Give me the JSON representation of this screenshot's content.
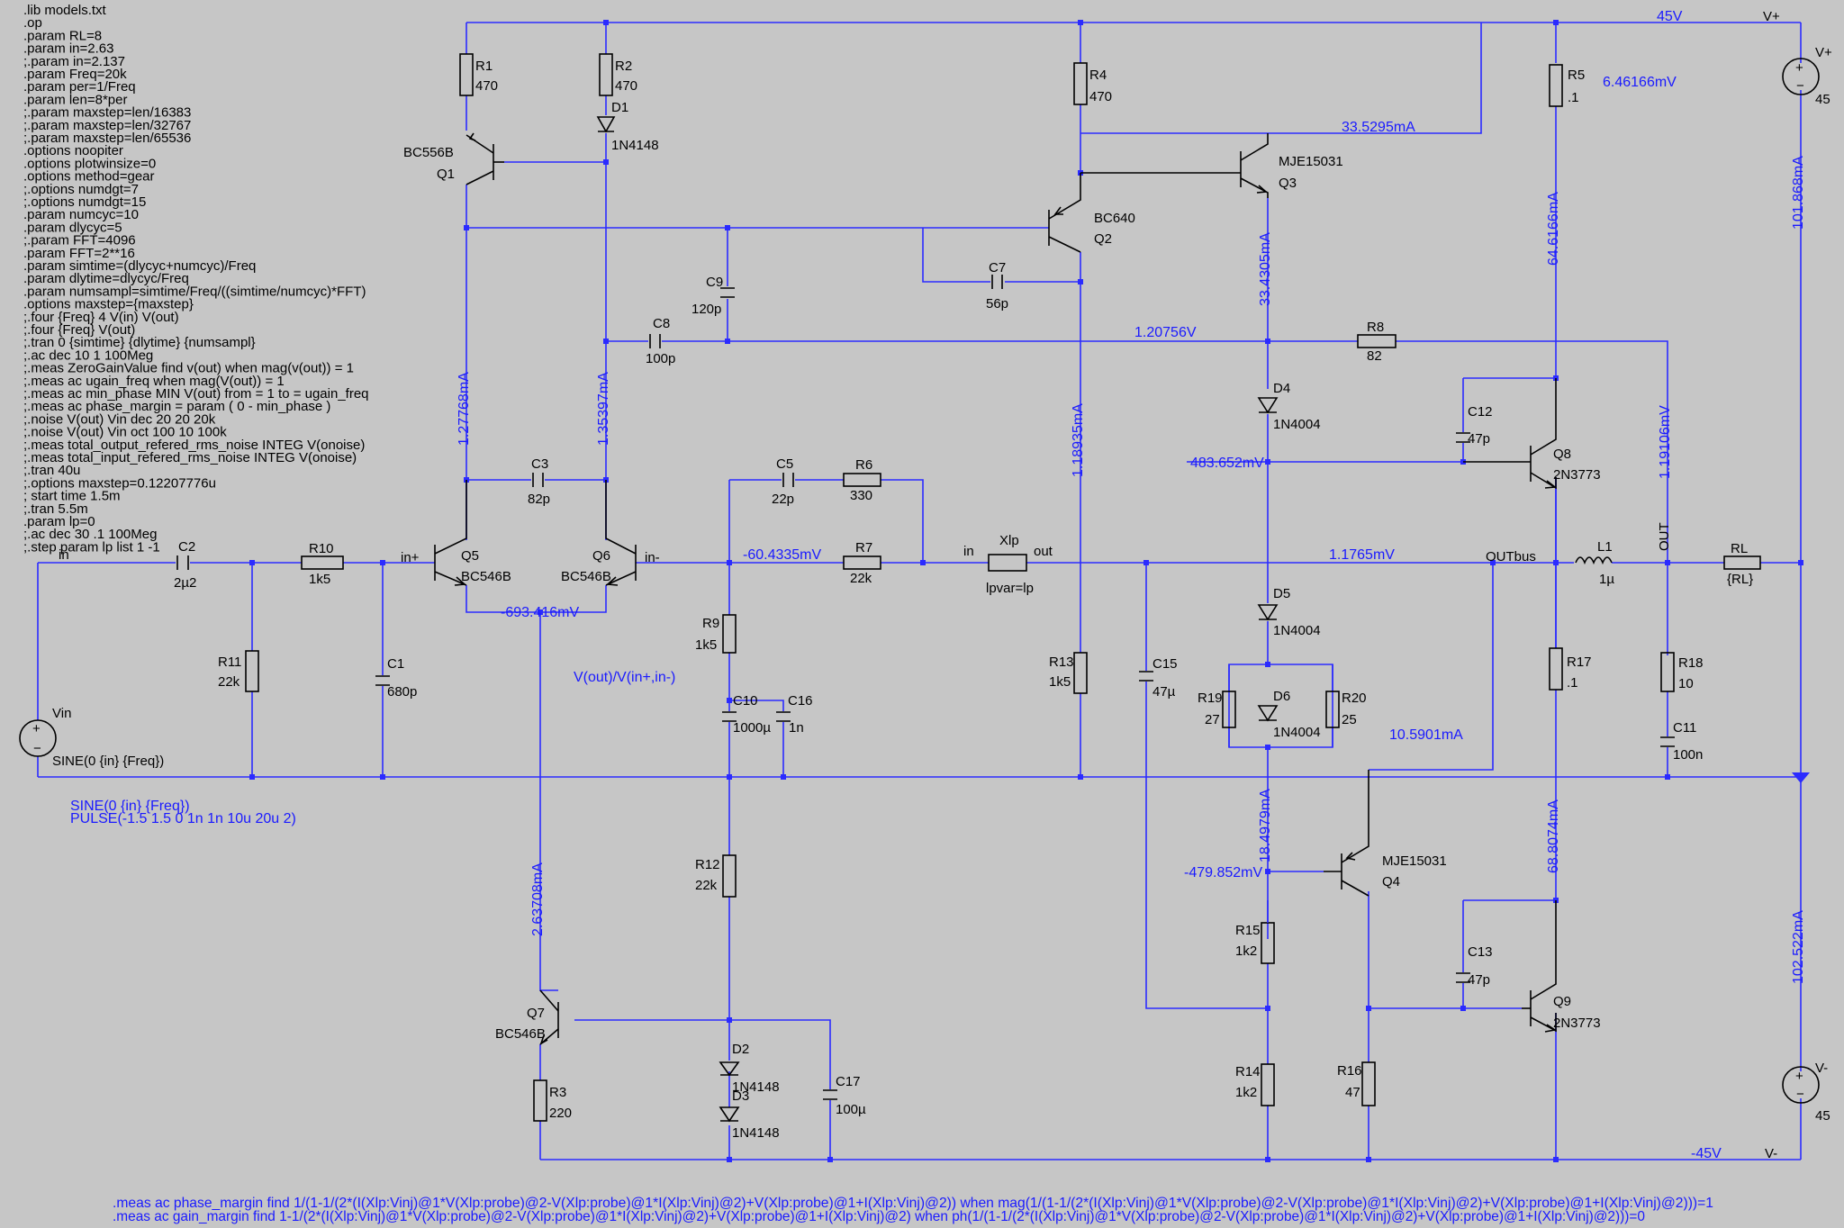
{
  "directives": [
    ".lib models.txt",
    ".op",
    ".param RL=8",
    ".param in=2.63",
    ";.param in=2.137",
    ".param Freq=20k",
    ".param per=1/Freq",
    ".param len=8*per",
    ";.param maxstep=len/16383",
    ";.param maxstep=len/32767",
    ";.param maxstep=len/65536",
    ".options noopiter",
    ".options plotwinsize=0",
    ".options method=gear",
    ";.options numdgt=7",
    ";.options numdgt=15",
    ".param numcyc=10",
    ".param dlycyc=5",
    ";.param FFT=4096",
    ".param FFT=2**16",
    ".param simtime=(dlycyc+numcyc)/Freq",
    ".param dlytime=dlycyc/Freq",
    ".param numsampl=simtime/Freq/((simtime/numcyc)*FFT)",
    ".options maxstep={maxstep}",
    ";.four {Freq} 4 V(in) V(out)",
    ";.four {Freq} V(out)",
    ";.tran 0 {simtime} {dlytime} {numsampl}",
    ";.ac dec 10 1 100Meg",
    ";.meas ZeroGainValue find v(out) when mag(v(out)) = 1",
    ";.meas ac ugain_freq when mag(V(out)) = 1",
    ";.meas ac min_phase MIN V(out) from = 1 to = ugain_freq",
    ";.meas ac phase_margin = param ( 0 - min_phase )",
    ";.noise V(out) Vin dec 20 20 20k",
    ";.noise V(out) Vin oct 100 10 100k",
    ";.meas total_output_refered_rms_noise INTEG V(onoise)",
    ";.meas total_input_refered_rms_noise INTEG V(onoise)",
    ";.tran 40u",
    ";.options maxstep=0.12207776u",
    "; start time 1.5m",
    ";.tran 5.5m",
    ".param lp=0",
    ";.ac dec 30 .1 100Meg",
    ";.step param lp list 1 -1"
  ],
  "components": {
    "R1": {
      "name": "R1",
      "value": "470"
    },
    "R2": {
      "name": "R2",
      "value": "470"
    },
    "D1": {
      "name": "D1",
      "value": "1N4148"
    },
    "Q1": {
      "name": "Q1",
      "model": "BC556B"
    },
    "R4": {
      "name": "R4",
      "value": "470"
    },
    "Q3": {
      "name": "Q3",
      "model": "MJE15031"
    },
    "Q2": {
      "name": "Q2",
      "model": "BC640"
    },
    "C7": {
      "name": "C7",
      "value": "56p"
    },
    "C9": {
      "name": "C9",
      "value": "120p"
    },
    "C8": {
      "name": "C8",
      "value": "100p"
    },
    "R5": {
      "name": "R5",
      "value": ".1"
    },
    "R8": {
      "name": "R8",
      "value": "82"
    },
    "D4": {
      "name": "D4",
      "value": "1N4004"
    },
    "C12": {
      "name": "C12",
      "value": "47p"
    },
    "Q8": {
      "name": "Q8",
      "model": "2N3773"
    },
    "C3": {
      "name": "C3",
      "value": "82p"
    },
    "C5": {
      "name": "C5",
      "value": "22p"
    },
    "R6": {
      "name": "R6",
      "value": "330"
    },
    "R7": {
      "name": "R7",
      "value": "22k"
    },
    "C2": {
      "name": "C2",
      "value": "2µ2"
    },
    "R10": {
      "name": "R10",
      "value": "1k5"
    },
    "Q5": {
      "name": "Q5",
      "model": "BC546B"
    },
    "Q6": {
      "name": "Q6",
      "model": "BC546B"
    },
    "Xlp": {
      "name": "Xlp",
      "value": "lpvar=lp"
    },
    "L1": {
      "name": "L1",
      "value": "1µ"
    },
    "RL": {
      "name": "RL",
      "value": "{RL}"
    },
    "R9": {
      "name": "R9",
      "value": "1k5"
    },
    "R11": {
      "name": "R11",
      "value": "22k"
    },
    "C1": {
      "name": "C1",
      "value": "680p"
    },
    "C10": {
      "name": "C10",
      "value": "1000µ"
    },
    "C16": {
      "name": "C16",
      "value": "1n"
    },
    "R13": {
      "name": "R13",
      "value": "1k5"
    },
    "C15": {
      "name": "C15",
      "value": "47µ"
    },
    "D5": {
      "name": "D5",
      "value": "1N4004"
    },
    "D6": {
      "name": "D6",
      "value": "1N4004"
    },
    "R19": {
      "name": "R19",
      "value": "27"
    },
    "R20": {
      "name": "R20",
      "value": "25"
    },
    "R17": {
      "name": "R17",
      "value": ".1"
    },
    "R18": {
      "name": "R18",
      "value": "10"
    },
    "C11": {
      "name": "C11",
      "value": "100n"
    },
    "R12": {
      "name": "R12",
      "value": "22k"
    },
    "Q4": {
      "name": "Q4",
      "model": "MJE15031"
    },
    "R15": {
      "name": "R15",
      "value": "1k2"
    },
    "C13": {
      "name": "C13",
      "value": "47p"
    },
    "Q9": {
      "name": "Q9",
      "model": "2N3773"
    },
    "Q7": {
      "name": "Q7",
      "model": "BC546B"
    },
    "R3": {
      "name": "R3",
      "value": "220"
    },
    "D2": {
      "name": "D2",
      "value": "1N4148"
    },
    "D3": {
      "name": "D3",
      "value": "1N4148"
    },
    "C17": {
      "name": "C17",
      "value": "100µ"
    },
    "R14": {
      "name": "R14",
      "value": "1k2"
    },
    "R16": {
      "name": "R16",
      "value": "47"
    },
    "Vin": {
      "name": "Vin",
      "value": "SINE(0 {in} {Freq})"
    },
    "Vplus": {
      "name": "V+",
      "value": "45"
    },
    "Vminus": {
      "name": "V-",
      "value": "45"
    }
  },
  "nets": {
    "in": "in",
    "in_plus": "in+",
    "in_minus": "in-",
    "xlp_in": "in",
    "xlp_out": "out",
    "outbus": "OUTbus",
    "out": "OUT",
    "vplus": "V+",
    "vminus": "V-"
  },
  "annotations": {
    "v45": "45V",
    "vneg45": "-45V",
    "i_r5": "6.46166mV",
    "i_q3": "33.5295mA",
    "i_vplus": "101.868mA",
    "i_r5_branch": "64.6166mA",
    "i_q3_col": "33.4305mA",
    "v_r8": "1.20756V",
    "i_r1": "1.27768mA",
    "i_r2": "1.35397mA",
    "i_r13": "1.18935mA",
    "v_d4": "483.652mV",
    "v_c11": "1.19106mV",
    "v_in_minus": "-60.4335mV",
    "v_outbus": "1.1765mV",
    "v_tail": "-693.416mV",
    "tf_label": "V(out)/V(in+,in-)",
    "i_q4_col": "10.5901mA",
    "i_d6": "18.4979mA",
    "v_q4_base": "-479.852mV",
    "i_q9": "68.8074mA",
    "i_vminus": "102.522mA",
    "i_q7": "2.63708mA",
    "src_sine": "SINE(0 {in} {Freq})",
    "src_pulse": "PULSE(-1.5 1.5 0 1n 1n 10u 20u 2)",
    "meas_phase": ".meas ac phase_margin find 1/(1-1/(2*(I(Xlp:Vinj)@1*V(Xlp:probe)@2-V(Xlp:probe)@1*I(Xlp:Vinj)@2)+V(Xlp:probe)@1+I(Xlp:Vinj)@2)) when mag(1/(1-1/(2*(I(Xlp:Vinj)@1*V(Xlp:probe)@2-V(Xlp:probe)@1*I(Xlp:Vinj)@2)+V(Xlp:probe)@1+I(Xlp:Vinj)@2)))=1",
    "meas_gain": ".meas ac gain_margin find 1-1/(2*(I(Xlp:Vinj)@1*V(Xlp:probe)@2-V(Xlp:probe)@1*I(Xlp:Vinj)@2)+V(Xlp:probe)@1+I(Xlp:Vinj)@2) when ph(1/(1-1/(2*(I(Xlp:Vinj)@1*V(Xlp:probe)@2-V(Xlp:probe)@1*I(Xlp:Vinj)@2)+V(Xlp:probe)@1+I(Xlp:Vinj)@2)))=0"
  },
  "colors": {
    "background": "#c6c6c6",
    "wire": "#2b2bff",
    "annotation": "#1a1aff",
    "symbol": "#000000"
  }
}
